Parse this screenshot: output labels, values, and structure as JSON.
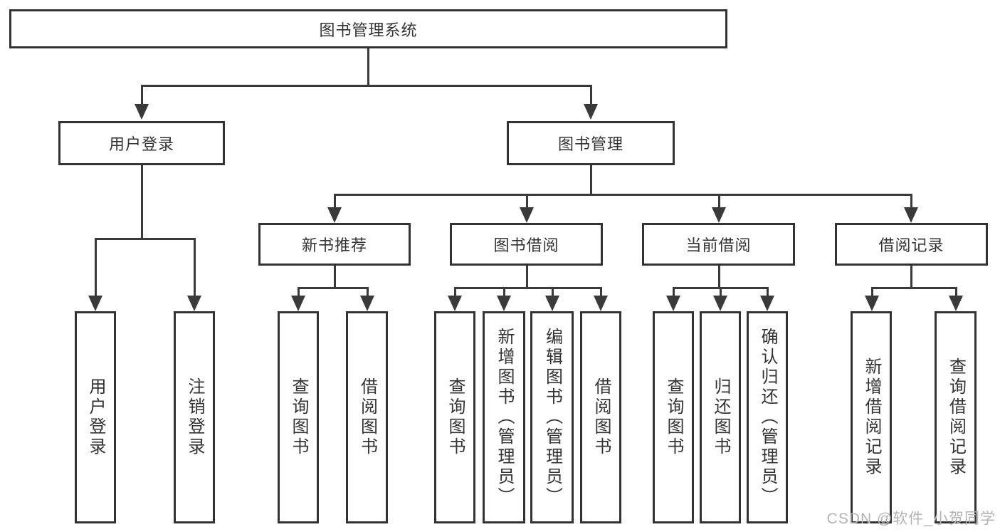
{
  "colors": {
    "background": "#ffffff",
    "box_border": "#333333",
    "line": "#3a3a3a",
    "text": "#333333",
    "watermark_text": "#b3b3b3"
  },
  "nodes": {
    "root": {
      "label": "图书管理系统"
    },
    "level2": [
      {
        "label": "用户登录"
      },
      {
        "label": "图书管理"
      }
    ],
    "level3": [
      {
        "label": "新书推荐"
      },
      {
        "label": "图书借阅"
      },
      {
        "label": "当前借阅"
      },
      {
        "label": "借阅记录"
      }
    ],
    "leaves": {
      "user_login": [
        {
          "label": "用户登录"
        },
        {
          "label": "注销登录"
        }
      ],
      "new_books": [
        {
          "label": "查询图书"
        },
        {
          "label": "借阅图书"
        }
      ],
      "book_borrow": [
        {
          "label": "查询图书"
        },
        {
          "label": "新增图书（管理员）"
        },
        {
          "label": "编辑图书（管理员）"
        },
        {
          "label": "借阅图书"
        }
      ],
      "current_borrow": [
        {
          "label": "查询图书"
        },
        {
          "label": "归还图书"
        },
        {
          "label": "确认归还（管理员）"
        }
      ],
      "borrow_records": [
        {
          "label": "新增借阅记录"
        },
        {
          "label": "查询借阅记录"
        }
      ]
    }
  },
  "watermark": {
    "text": "CSDN @软件_小贺同学"
  }
}
